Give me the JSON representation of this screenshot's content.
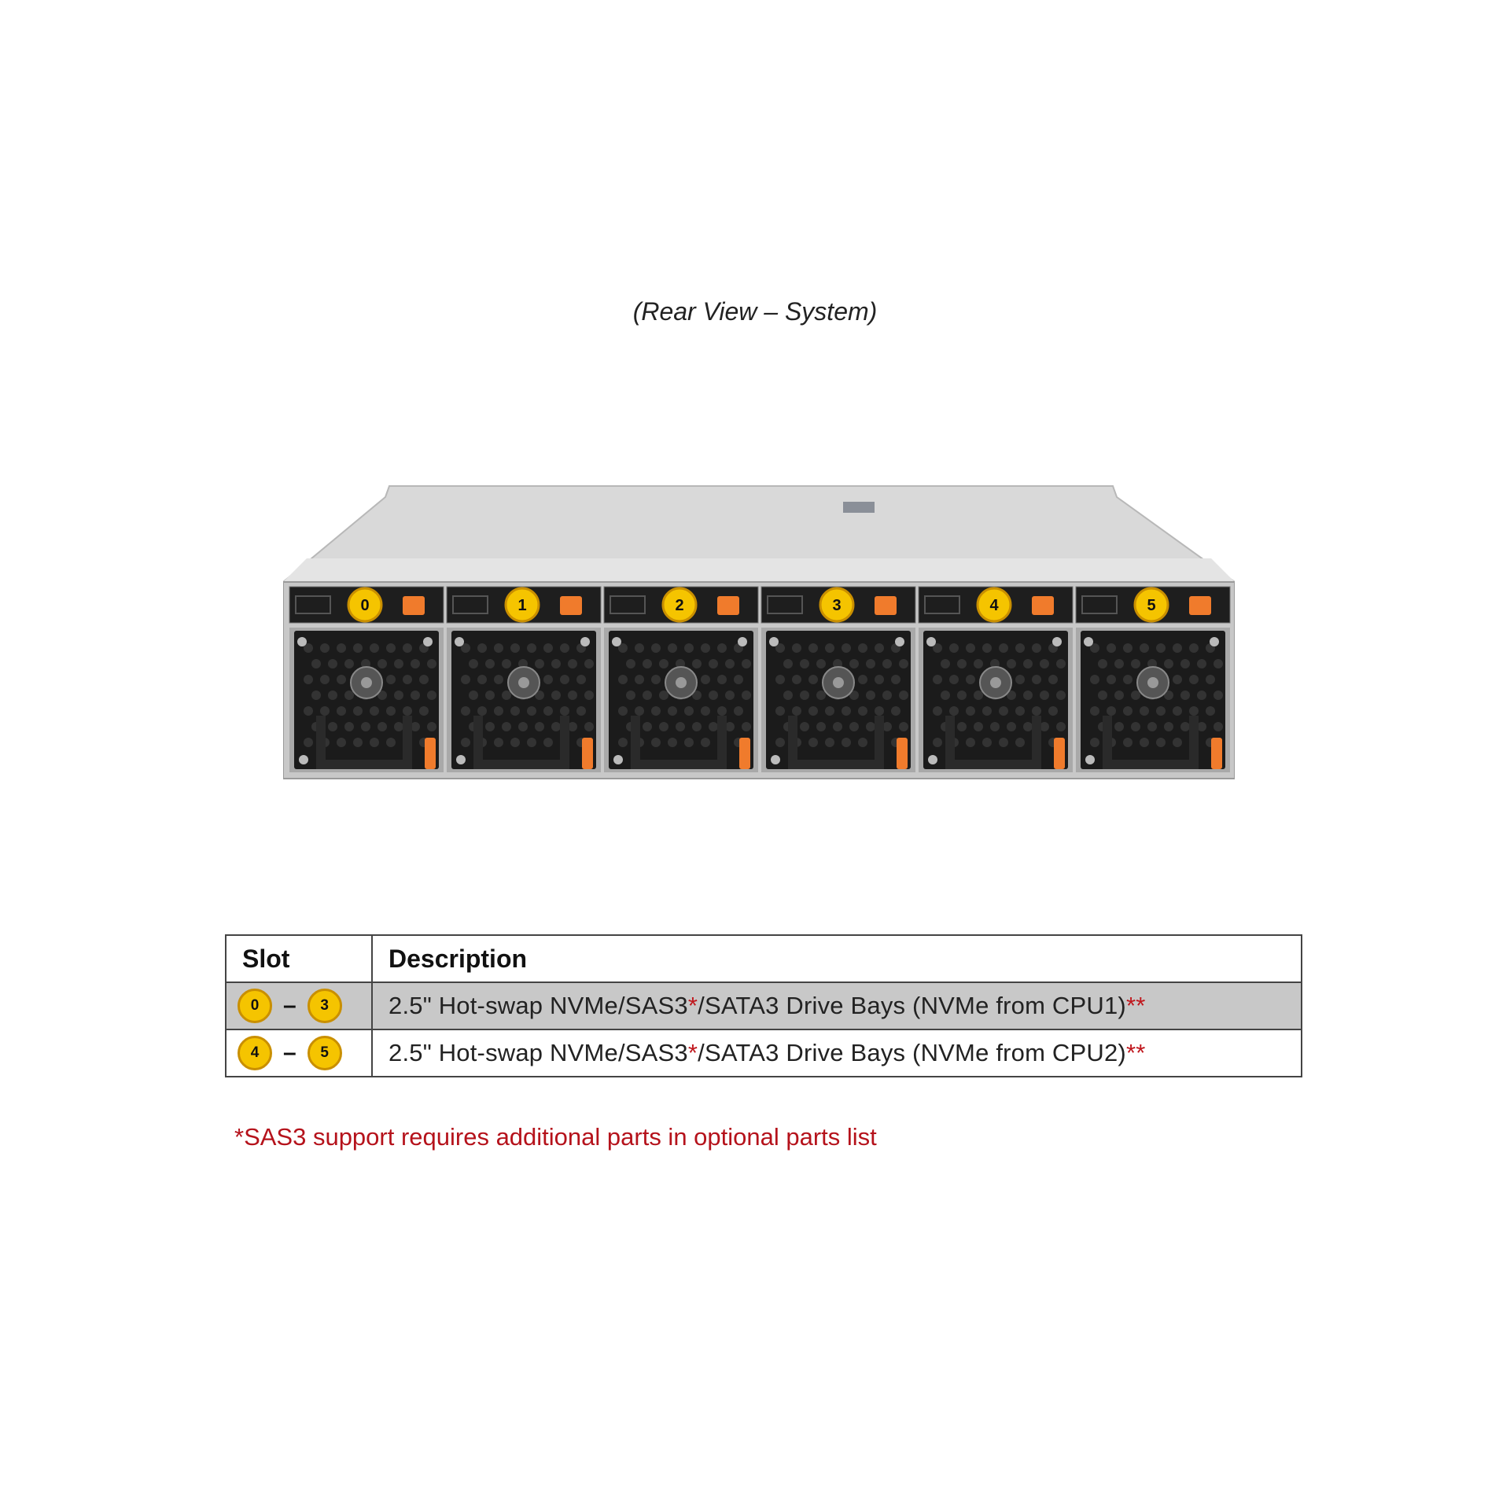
{
  "caption": "(Rear View – System)",
  "server_image": {
    "bays": [
      "0",
      "1",
      "2",
      "3",
      "4",
      "5"
    ],
    "colors": {
      "chassis": "#d4d4d4",
      "badge": "#f5c400",
      "latch": "#f07b2c",
      "psu": "#1b1b1b"
    }
  },
  "table": {
    "headers": {
      "slot": "Slot",
      "description": "Description"
    },
    "rows": [
      {
        "slot_from": "0",
        "slot_to": "3",
        "dash": "–",
        "description": "2.5\" Hot-swap NVMe/SAS3",
        "mark1": "*",
        "description2": "/SATA3 Drive Bays (NVMe from CPU1)",
        "mark2": "**"
      },
      {
        "slot_from": "4",
        "slot_to": "5",
        "dash": "–",
        "description": "2.5\" Hot-swap NVMe/SAS3",
        "mark1": "*",
        "description2": "/SATA3 Drive Bays (NVMe from CPU2)",
        "mark2": "**"
      }
    ]
  },
  "footnote": "*SAS3 support requires additional parts in optional parts list"
}
